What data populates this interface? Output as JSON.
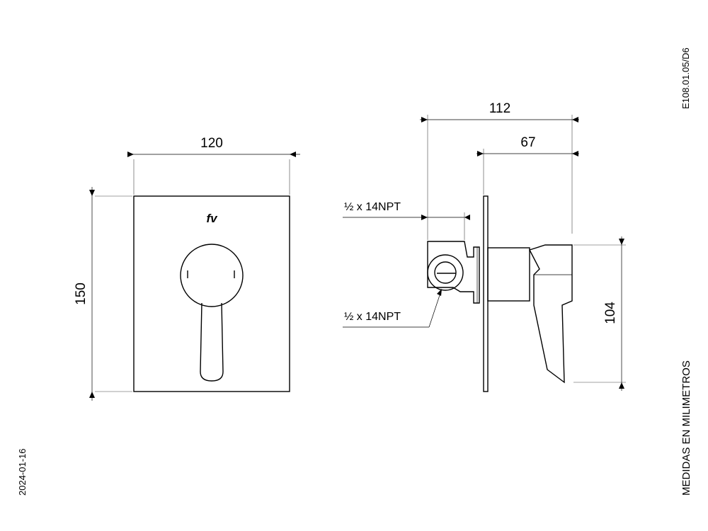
{
  "dimensions": {
    "front_width": "120",
    "front_height": "150",
    "side_total_depth": "112",
    "side_partial_depth": "67",
    "side_height": "104"
  },
  "annotations": {
    "thread_top": "½ x 14NPT",
    "thread_bottom": "½ x 14NPT"
  },
  "logo_text": "fv",
  "drawing_code": "E108.01.05/D6",
  "units_note": "MEDIDAS EN MILIMETROS",
  "date": "2024-01-16"
}
